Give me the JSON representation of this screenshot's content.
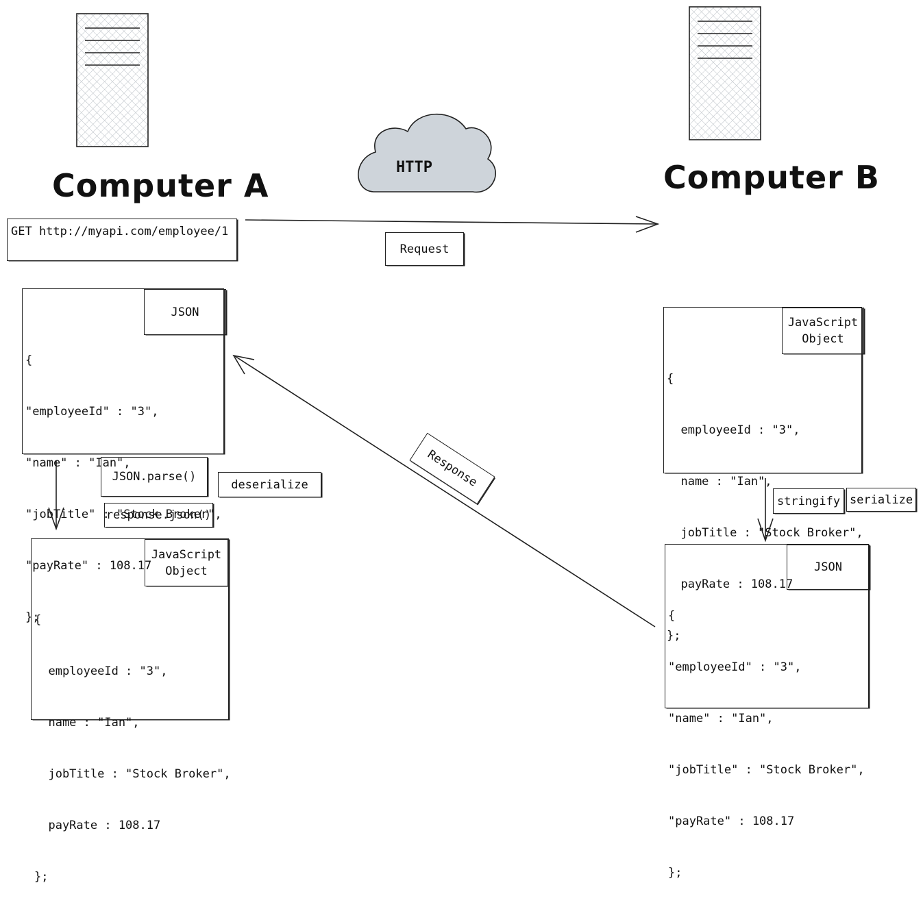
{
  "computer_a": {
    "title": "Computer A",
    "request_line": "GET http://myapi.com/employee/1",
    "json_block": {
      "tag": "JSON",
      "lines": [
        "{",
        "\"employeeId\" : \"3\",",
        "\"name\" : \"Ian\",",
        "\"jobTitle\" : \"Stock Broker\",",
        "\"payRate\" : 108.17",
        "};"
      ]
    },
    "parse_label": "JSON.parse()",
    "response_json_label": "response.json()",
    "deserialize_label": "deserialize",
    "object_block": {
      "tag_line1": "JavaScript",
      "tag_line2": "Object",
      "lines": [
        "{",
        "  employeeId : \"3\",",
        "  name : \"Ian\",",
        "  jobTitle : \"Stock Broker\",",
        "  payRate : 108.17",
        "};"
      ]
    }
  },
  "network": {
    "cloud_label": "HTTP",
    "request_label": "Request",
    "response_label": "Response"
  },
  "computer_b": {
    "title": "Computer B",
    "object_block": {
      "tag_line1": "JavaScript",
      "tag_line2": "Object",
      "lines": [
        "{",
        "  employeeId : \"3\",",
        "  name : \"Ian\",",
        "  jobTitle : \"Stock Broker\",",
        "  payRate : 108.17",
        "};"
      ]
    },
    "stringify_label": "stringify",
    "serialize_label": "serialize",
    "json_block": {
      "tag": "JSON",
      "lines": [
        "{",
        "\"employeeId\" : \"3\",",
        "\"name\" : \"Ian\",",
        "\"jobTitle\" : \"Stock Broker\",",
        "\"payRate\" : 108.17",
        "};"
      ]
    }
  },
  "colors": {
    "stroke": "#222222",
    "cloud_fill": "#ced4da",
    "server_fill": "#e9ecef"
  }
}
